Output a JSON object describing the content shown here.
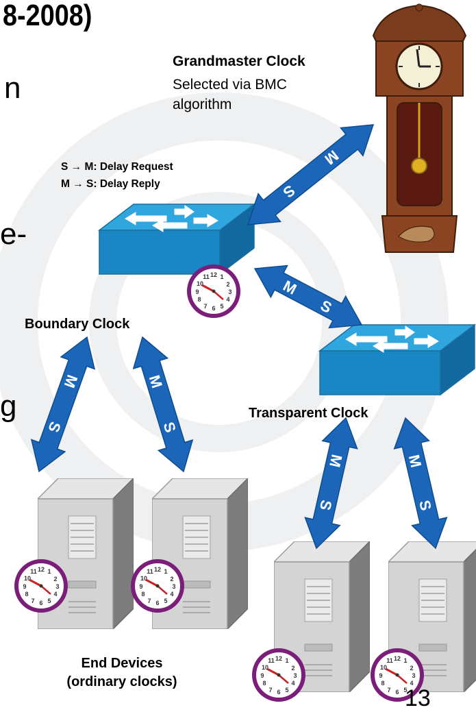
{
  "slide": {
    "title_fragment": "8-2008)",
    "body_fragments": [
      "n",
      "e-",
      "g"
    ],
    "page_number": "13"
  },
  "grandmaster": {
    "title": "Grandmaster Clock",
    "subtitle": "Selected via BMC algorithm"
  },
  "delay_messages": {
    "line1": "S → M: Delay Request",
    "line2": "M → S: Delay Reply"
  },
  "boundary_clock": {
    "label": "Boundary Clock"
  },
  "transparent_clock": {
    "label": "Transparent Clock"
  },
  "end_devices": {
    "line1": "End Devices",
    "line2": "(ordinary clocks)"
  },
  "roles": {
    "master": "M",
    "slave": "S"
  },
  "clock_face": [
    "12",
    "1",
    "2",
    "3",
    "4",
    "5",
    "6",
    "7",
    "8",
    "9",
    "10",
    "11"
  ],
  "colors": {
    "arrow_blue": "#1b66b8",
    "switch_top": "#2fa6dd",
    "switch_side": "#1379b3",
    "clock_ring": "#7a1e7a",
    "grandfather_wood": "#7a3c1c",
    "background_watermark": "#eef0f2"
  }
}
